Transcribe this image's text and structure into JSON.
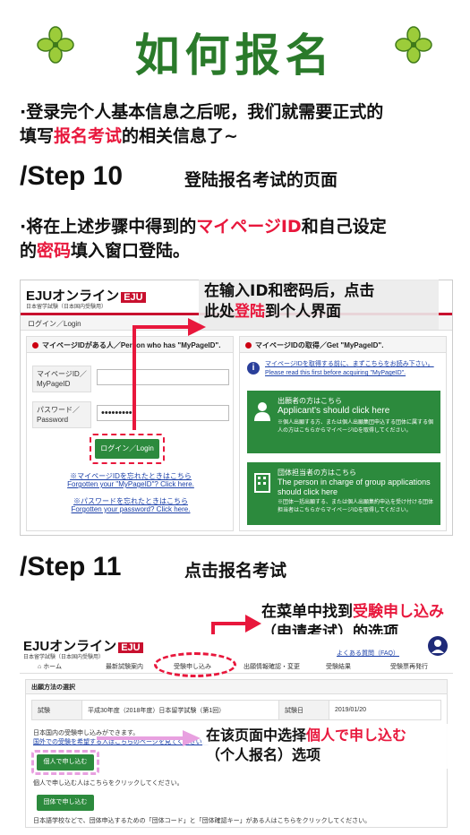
{
  "title": "如何报名",
  "intro": {
    "l1": "·登录完个人基本信息之后呢，我们就需要正式的",
    "l2a": "填写",
    "l2b": "报名考试",
    "l2c": "的相关信息了~"
  },
  "step10": {
    "label": "/Step 10",
    "desc": "登陆报名考试的页面"
  },
  "note10": {
    "l1a": "·将在上述步骤中得到的",
    "l1b": "マイページID",
    "l1c": "和自己设定",
    "l2a": "的",
    "l2b": "密码",
    "l2c": "填入窗口登陆。"
  },
  "login_shot": {
    "logo": "EJUオンライン",
    "logo_badge": "EJU",
    "logo_sub": "日本留学試験（日本国内受験用）",
    "breadcrumb": "ログイン／Login",
    "left_header": "マイページIDがある人／Person who has \"MyPageID\".",
    "right_header": "マイページIDの取得／Get \"MyPageID\".",
    "id_label": "マイページID／MyPageID",
    "pw_label": "パスワード／Password",
    "pw_value": "••••••••••",
    "login_btn": "ログイン／Login",
    "forgot_id_jp": "※マイページIDを忘れたときはこちら",
    "forgot_id_en": "Forgotten your \"MyPageID\"? Click here.",
    "forgot_pw_jp": "※パスワードを忘れたときはこちら",
    "forgot_pw_en": "Forgotten your password? Click here.",
    "info_jp": "マイページIDを取得する前に、まずこちらをお読み下さい。",
    "info_en": "Please read this first before acquiring \"MyPageID\".",
    "card1_jp": "出願者の方はこちら",
    "card1_en": "Applicant's should click here",
    "card1_note": "※個人出願する方、または個人出願集団申込する団体に属する個人の方はこちらからマイページIDを取得してください。",
    "card2_jp": "団体担当者の方はこちら",
    "card2_en": "The person in charge of group applications should click here",
    "card2_note": "※団体一括出願する、または個人出願集約申込を受け付ける団体担当者はこちらからマイページIDを取得してください。",
    "callout_a": "在输入ID和密码后，点击",
    "callout_b": "此处",
    "callout_c": "登陆",
    "callout_d": "到个人界面"
  },
  "step11": {
    "label": "/Step 11",
    "desc": "点击报名考试"
  },
  "callout2": {
    "l1a": "在菜单中找到",
    "l1b": "受験申し込み",
    "l2": "（申请考试）的选项"
  },
  "exam_shot": {
    "logo": "EJUオンライン",
    "logo_badge": "EJU",
    "logo_sub": "日本留学試験（日本国内受験用）",
    "faq": "よくある質問（FAQ）",
    "nav": [
      "ホーム",
      "最新試験案内",
      "受験申し込み",
      "出願情報確認・変更",
      "受験結果",
      "受験票再発行"
    ],
    "section": "出願方法の選択",
    "row_label": "試験",
    "row_value": "平成30年度（2018年度）日本留学試験（第1回）",
    "date_label": "試験日",
    "date_value": "2019/01/20",
    "text1": "日本国内の受験申し込みができます。",
    "link1": "国外での受験を希望する人はこちらのページを見てください。",
    "btn_individual": "個人で申し込む",
    "text2": "個人で申し込む人はこちらをクリックしてください。",
    "btn_group": "団体で申し込む",
    "text3": "日本語学校などで、団体申込するための「団体コード」と「団体確認キー」がある人はこちらをクリックしてください。"
  },
  "callout3": {
    "l1a": "在该页面中选择",
    "l1b": "個人で申し込む",
    "l2": "（个人报名）选项"
  }
}
